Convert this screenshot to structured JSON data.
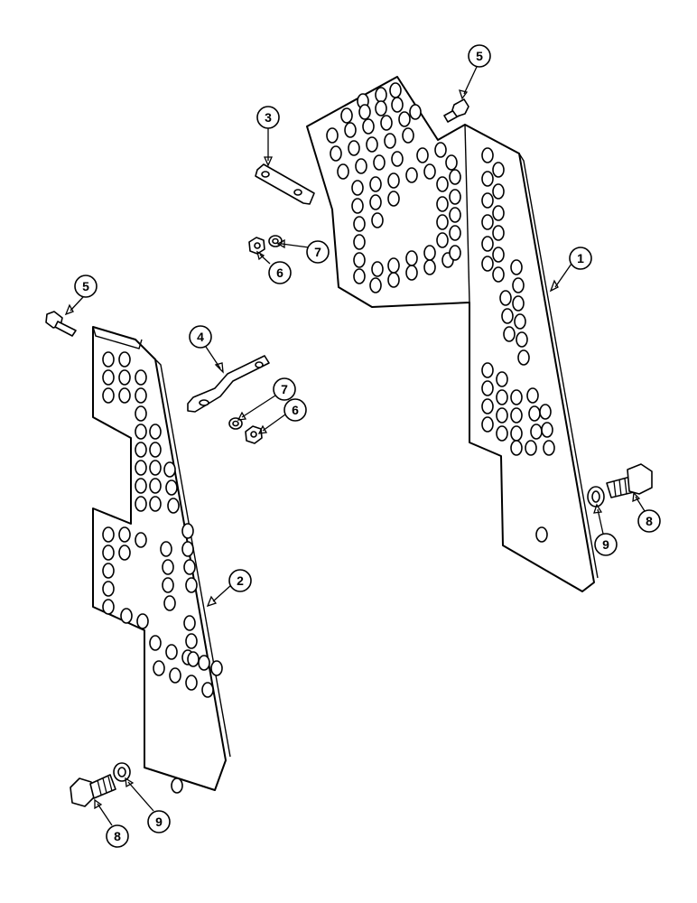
{
  "callouts": {
    "c1": "1",
    "c2": "2",
    "c3": "3",
    "c4": "4",
    "c5a": "5",
    "c5b": "5",
    "c6a": "6",
    "c6b": "6",
    "c7a": "7",
    "c7b": "7",
    "c8a": "8",
    "c8b": "8",
    "c9a": "9",
    "c9b": "9"
  }
}
